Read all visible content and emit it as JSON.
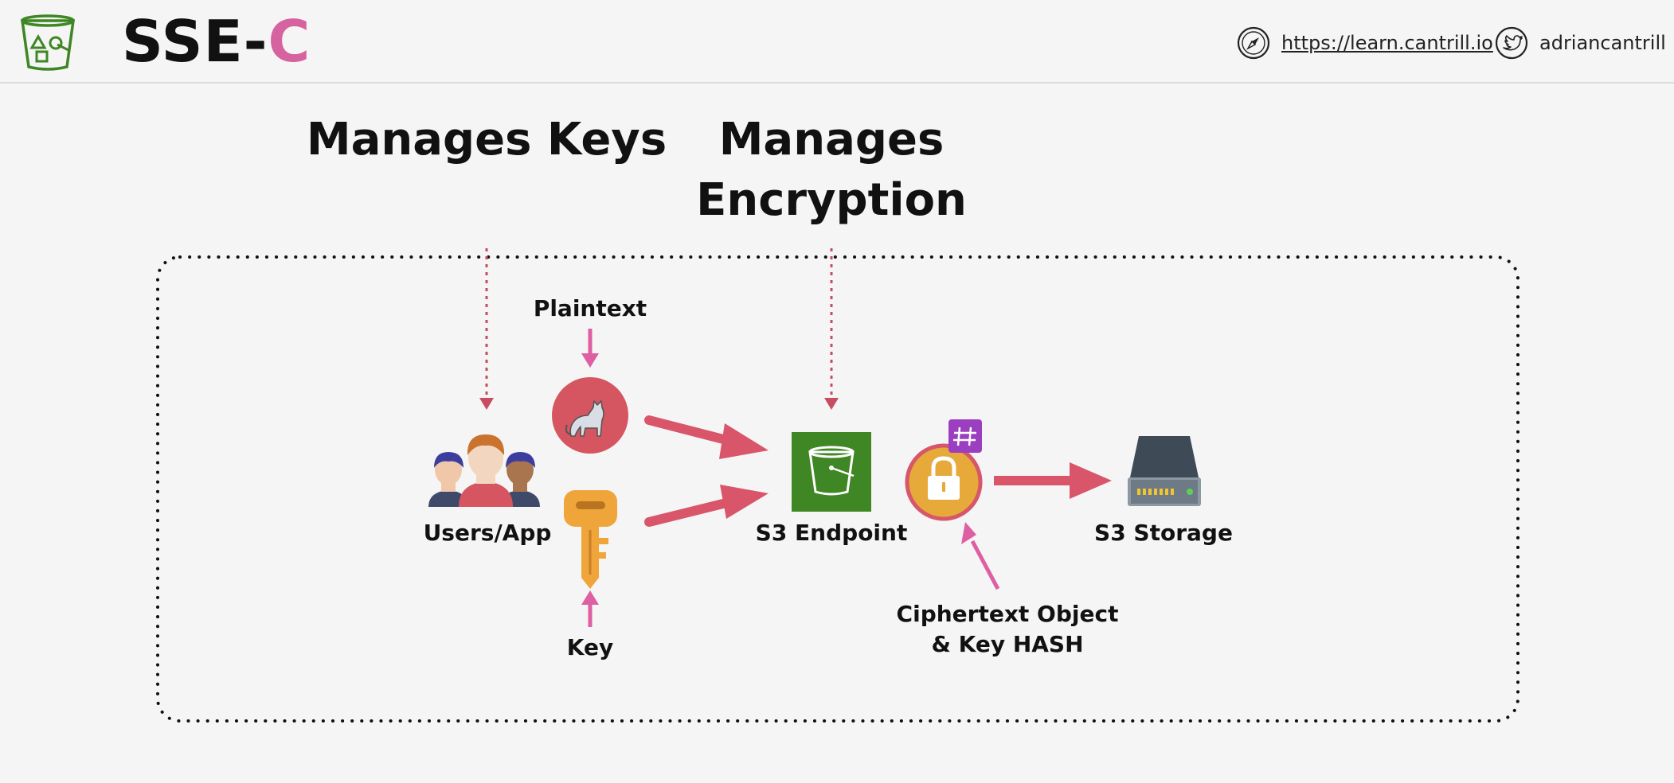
{
  "header": {
    "title_main": "SSE-",
    "title_accent": "C",
    "url": "https://learn.cantrill.io",
    "handle": "adriancantrill",
    "icons": [
      "s3-bucket-logo-icon",
      "compass-icon",
      "twitter-icon"
    ]
  },
  "diagram": {
    "manages_keys": "Manages Keys",
    "manages_encryption": "Manages Encryption",
    "plaintext": "Plaintext",
    "key": "Key",
    "users_app": "Users/App",
    "s3_endpoint": "S3 Endpoint",
    "ciphertext_line1": "Ciphertext Object",
    "ciphertext_line2": "& Key HASH",
    "s3_storage": "S3 Storage"
  },
  "colors": {
    "accent_pink": "#d6629f",
    "arrow_red": "#d9566a",
    "arrow_pink": "#de5fa2",
    "s3_green": "#3f8624",
    "lock_orange": "#e8a93b",
    "hash_purple": "#9b3fc0",
    "key_yellow": "#f0a53a",
    "drive_gray": "#4a5a66"
  }
}
